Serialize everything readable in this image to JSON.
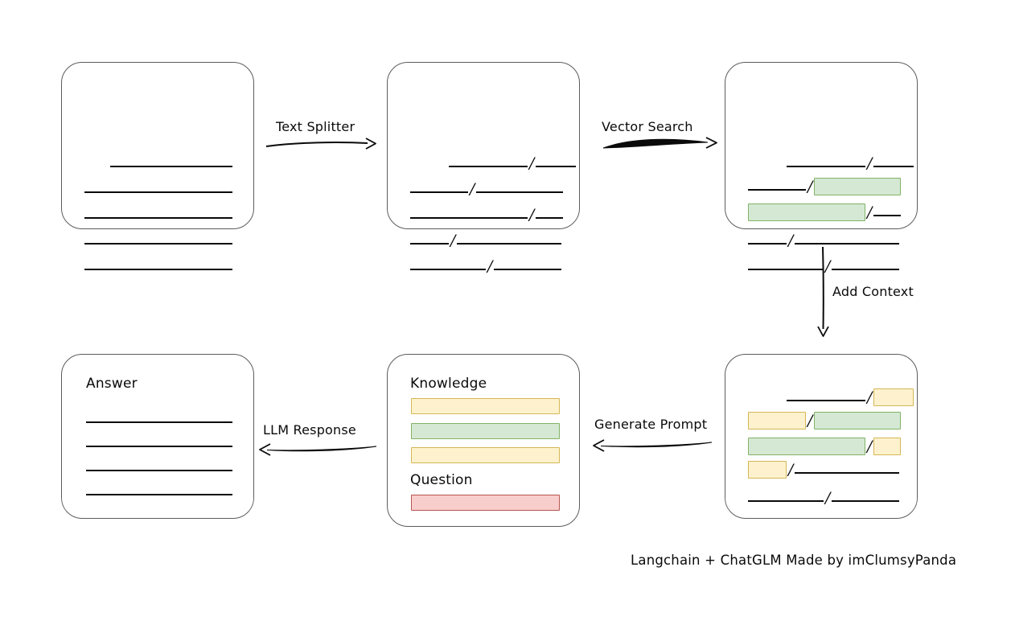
{
  "diagram": {
    "caption": "Langchain + ChatGLM Made by imClumsyPanda",
    "arrows": [
      {
        "name": "text-splitter",
        "label": "Text Splitter",
        "direction": "right"
      },
      {
        "name": "vector-search",
        "label": "Vector Search",
        "direction": "right"
      },
      {
        "name": "add-context",
        "label": "Add Context",
        "direction": "down"
      },
      {
        "name": "generate-prompt",
        "label": "Generate Prompt",
        "direction": "left"
      },
      {
        "name": "llm-response",
        "label": "LLM Response",
        "direction": "left"
      }
    ],
    "nodes": {
      "source_document": {
        "name": "source-document",
        "label": "",
        "lines": [
          {
            "segments": [
              {
                "type": "rule",
                "indent": 32,
                "width": 152
              }
            ]
          },
          {
            "segments": [
              {
                "type": "rule",
                "indent": 0,
                "width": 184
              }
            ]
          },
          {
            "segments": [
              {
                "type": "rule",
                "indent": 0,
                "width": 184
              }
            ]
          },
          {
            "segments": [
              {
                "type": "rule",
                "indent": 0,
                "width": 184
              }
            ]
          },
          {
            "segments": [
              {
                "type": "rule",
                "indent": 0,
                "width": 184
              }
            ]
          }
        ]
      },
      "split_document": {
        "name": "split-document",
        "label": "",
        "lines": [
          {
            "segments": [
              {
                "type": "rule",
                "indent": 48,
                "width": 98
              },
              {
                "type": "slash"
              },
              {
                "type": "rule",
                "width": 50
              }
            ]
          },
          {
            "segments": [
              {
                "type": "rule",
                "indent": 0,
                "width": 72
              },
              {
                "type": "slash"
              },
              {
                "type": "rule",
                "width": 108
              }
            ]
          },
          {
            "segments": [
              {
                "type": "rule",
                "indent": 0,
                "width": 146
              },
              {
                "type": "slash"
              },
              {
                "type": "rule",
                "width": 34
              }
            ]
          },
          {
            "segments": [
              {
                "type": "rule",
                "indent": 0,
                "width": 48
              },
              {
                "type": "slash"
              },
              {
                "type": "rule",
                "width": 130
              }
            ]
          },
          {
            "segments": [
              {
                "type": "rule",
                "indent": 0,
                "width": 94
              },
              {
                "type": "slash"
              },
              {
                "type": "rule",
                "width": 84
              }
            ]
          }
        ]
      },
      "vector_matches": {
        "name": "vector-matched-document",
        "label": "",
        "lines": [
          {
            "segments": [
              {
                "type": "rule",
                "indent": 48,
                "width": 98
              },
              {
                "type": "slash"
              },
              {
                "type": "rule",
                "width": 50
              }
            ]
          },
          {
            "segments": [
              {
                "type": "rule",
                "indent": 0,
                "width": 72
              },
              {
                "type": "slash"
              },
              {
                "type": "highlight",
                "color": "green",
                "width": 108
              }
            ]
          },
          {
            "segments": [
              {
                "type": "highlight",
                "color": "green",
                "indent": 0,
                "width": 146
              },
              {
                "type": "slash"
              },
              {
                "type": "rule",
                "width": 34
              }
            ]
          },
          {
            "segments": [
              {
                "type": "rule",
                "indent": 0,
                "width": 48
              },
              {
                "type": "slash"
              },
              {
                "type": "rule",
                "width": 130
              }
            ]
          },
          {
            "segments": [
              {
                "type": "rule",
                "indent": 0,
                "width": 94
              },
              {
                "type": "slash"
              },
              {
                "type": "rule",
                "width": 84
              }
            ]
          }
        ]
      },
      "context_document": {
        "name": "context-document",
        "label": "",
        "lines": [
          {
            "segments": [
              {
                "type": "rule",
                "indent": 48,
                "width": 98
              },
              {
                "type": "slash"
              },
              {
                "type": "highlight",
                "color": "yellow",
                "width": 50
              }
            ]
          },
          {
            "segments": [
              {
                "type": "highlight",
                "color": "yellow",
                "indent": 0,
                "width": 72
              },
              {
                "type": "slash"
              },
              {
                "type": "highlight",
                "color": "green",
                "width": 108
              }
            ]
          },
          {
            "segments": [
              {
                "type": "highlight",
                "color": "green",
                "indent": 0,
                "width": 146
              },
              {
                "type": "slash"
              },
              {
                "type": "highlight",
                "color": "yellow",
                "width": 34
              }
            ]
          },
          {
            "segments": [
              {
                "type": "highlight",
                "color": "yellow",
                "indent": 0,
                "width": 48
              },
              {
                "type": "slash"
              },
              {
                "type": "rule",
                "width": 130
              }
            ]
          },
          {
            "segments": [
              {
                "type": "rule",
                "indent": 0,
                "width": 94
              },
              {
                "type": "slash"
              },
              {
                "type": "rule",
                "width": 84
              }
            ]
          }
        ]
      },
      "prompt": {
        "name": "prompt-document",
        "knowledge_label": "Knowledge",
        "question_label": "Question",
        "knowledge_bars": [
          {
            "color": "yellow"
          },
          {
            "color": "green"
          },
          {
            "color": "yellow"
          }
        ],
        "question_bars": [
          {
            "color": "red"
          }
        ]
      },
      "answer": {
        "name": "answer-document",
        "label": "Answer",
        "lines": [
          {
            "segments": [
              {
                "type": "rule",
                "indent": 0,
                "width": 184
              }
            ]
          },
          {
            "segments": [
              {
                "type": "rule",
                "indent": 0,
                "width": 184
              }
            ]
          },
          {
            "segments": [
              {
                "type": "rule",
                "indent": 0,
                "width": 184
              }
            ]
          },
          {
            "segments": [
              {
                "type": "rule",
                "indent": 0,
                "width": 184
              }
            ]
          }
        ]
      }
    }
  },
  "colors": {
    "green_fill": "#d5e8d4",
    "green_stroke": "#82b366",
    "yellow_fill": "#fdf2cd",
    "yellow_stroke": "#d6b656",
    "red_fill": "#f8cecc",
    "red_stroke": "#b85450",
    "box_stroke": "#5c5c5c",
    "ink": "#0a0a0a"
  }
}
